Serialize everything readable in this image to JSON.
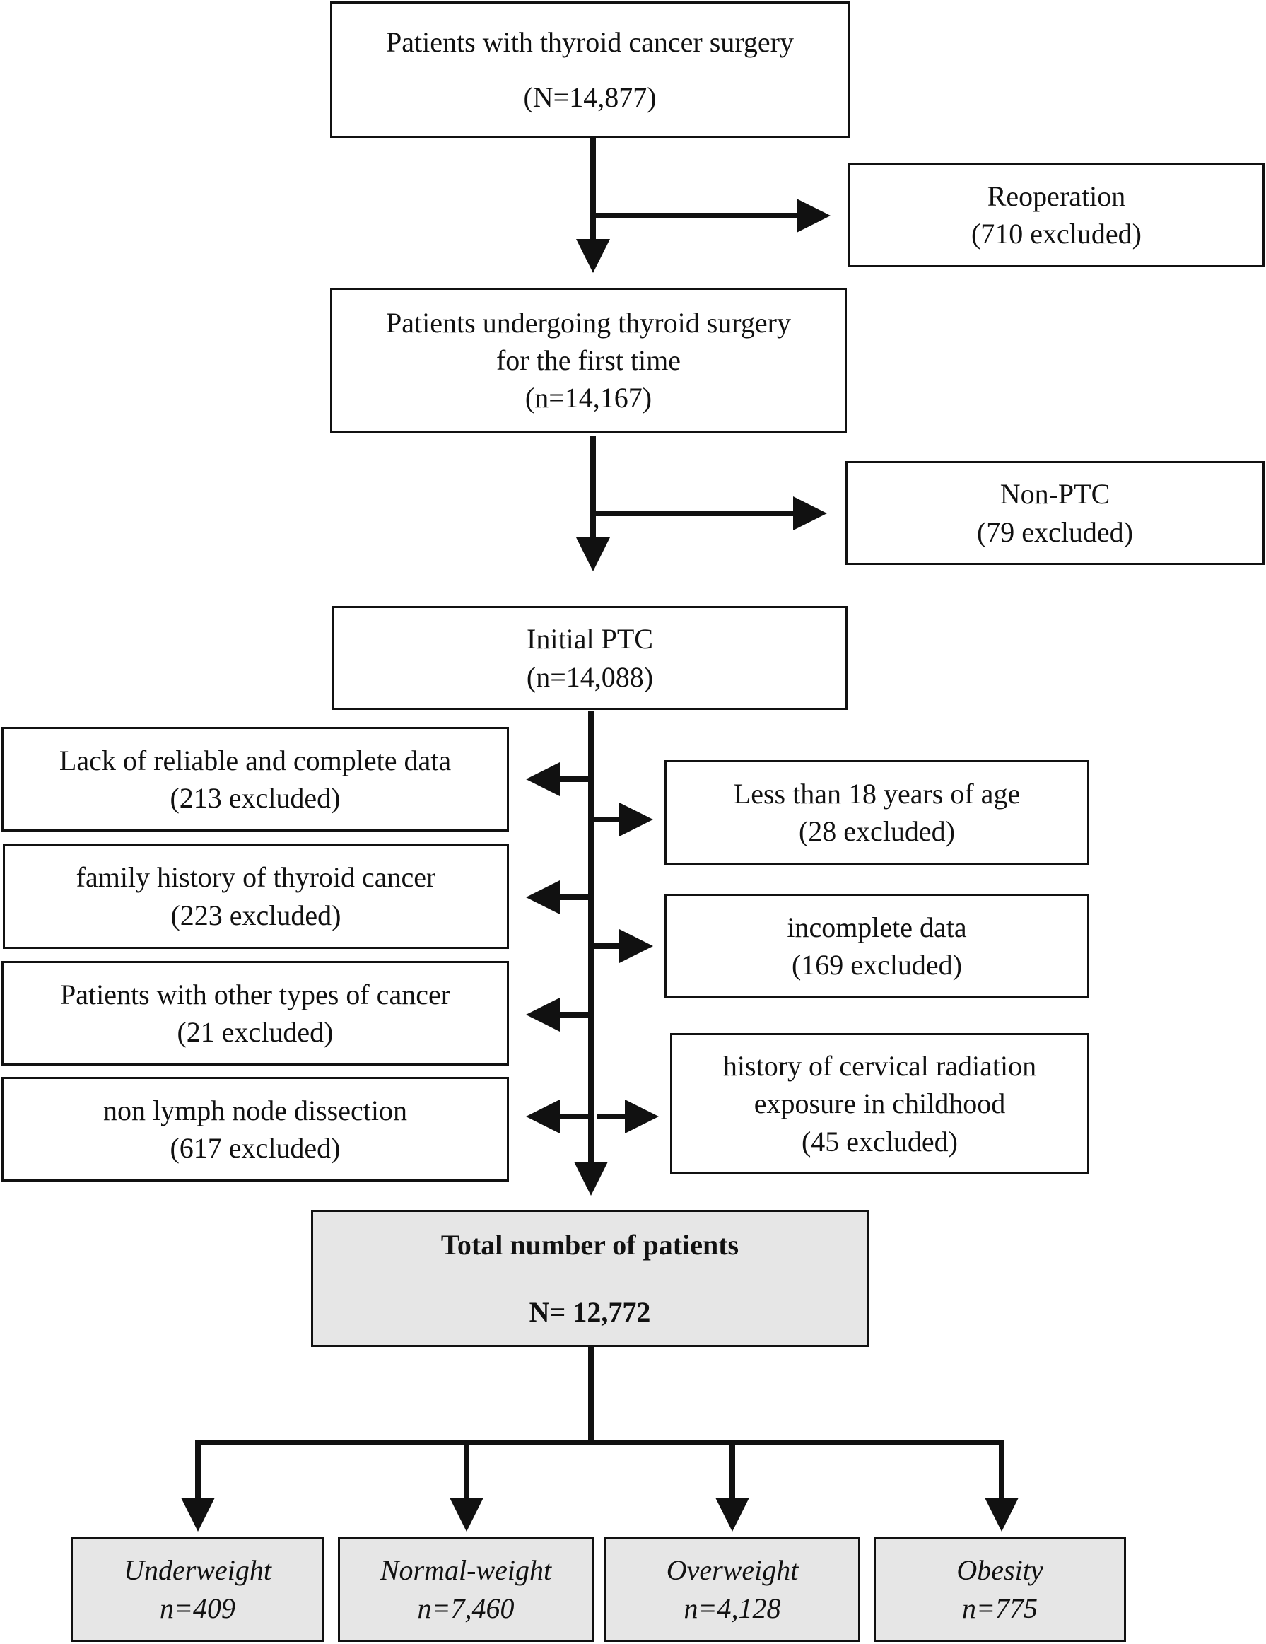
{
  "start": {
    "line1": "Patients with thyroid cancer surgery",
    "line2": "(N=14,877)"
  },
  "reoperation": {
    "line1": "Reoperation",
    "line2": "(710 excluded)"
  },
  "first_time": {
    "line1": "Patients undergoing thyroid surgery",
    "line2": "for the first time",
    "line3": "(n=14,167)"
  },
  "non_ptc": {
    "line1": "Non-PTC",
    "line2": "(79 excluded)"
  },
  "initial_ptc": {
    "line1": "Initial PTC",
    "line2": "(n=14,088)"
  },
  "left_exclusions": [
    {
      "line1": "Lack of reliable and complete data",
      "line2": "(213 excluded)"
    },
    {
      "line1": "family history of thyroid cancer",
      "line2": "(223 excluded)"
    },
    {
      "line1": "Patients with other types of cancer",
      "line2": "(21 excluded)"
    },
    {
      "line1": "non lymph node dissection",
      "line2": "(617 excluded)"
    }
  ],
  "right_exclusions": [
    {
      "line1": "Less than 18 years of age",
      "line2": "(28 excluded)"
    },
    {
      "line1": "incomplete data",
      "line2": "(169 excluded)"
    },
    {
      "line1": "history of cervical radiation",
      "line2": "exposure in childhood",
      "line3": "(45 excluded)"
    }
  ],
  "total": {
    "line1": "Total number of patients",
    "line2": "N= 12,772"
  },
  "groups": [
    {
      "label": "Underweight",
      "count": "n=409"
    },
    {
      "label": "Normal-weight",
      "count": "n=7,460"
    },
    {
      "label": "Overweight",
      "count": "n=4,128"
    },
    {
      "label": "Obesity",
      "count": "n=775"
    }
  ],
  "colors": {
    "line": "#111111",
    "box_fill": "#ffffff",
    "highlight_fill": "#e6e6e6"
  }
}
